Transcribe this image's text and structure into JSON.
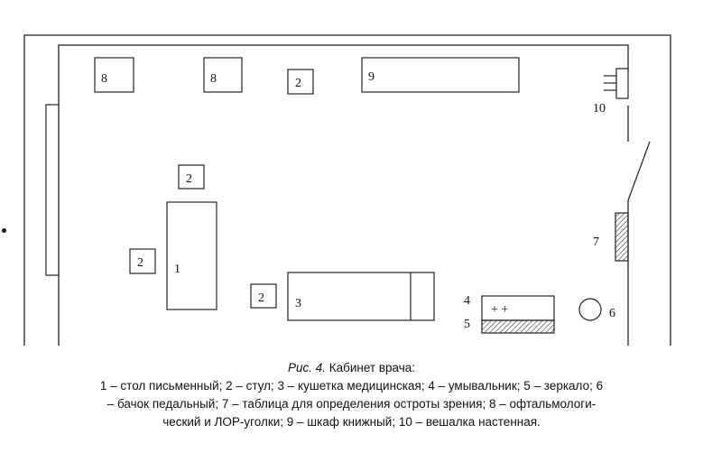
{
  "figure": {
    "labels": {
      "desk": "1",
      "chair_top": "2",
      "chair_mid": "2",
      "chair_left": "2",
      "chair_couch": "2",
      "couch": "3",
      "sink": "4",
      "sink_mark": "+ +",
      "mirror": "5",
      "bin": "6",
      "chart": "7",
      "corner_a": "8",
      "corner_b": "8",
      "bookcase": "9",
      "hanger": "10"
    }
  },
  "caption": {
    "prefix": "Рис. 4.",
    "title": " Кабинет врача:",
    "line1": "1 – стол письменный; 2 – стул; 3 – кушетка медицинская; 4 – умывальник; 5 – зеркало; 6",
    "line2": "– бачок педальный; 7 – таблица для определения остроты зрения; 8 – офтальмологи-",
    "line3": "ческий и ЛОР-уголки; 9 – шкаф книжный; 10 – вешалка настенная."
  }
}
